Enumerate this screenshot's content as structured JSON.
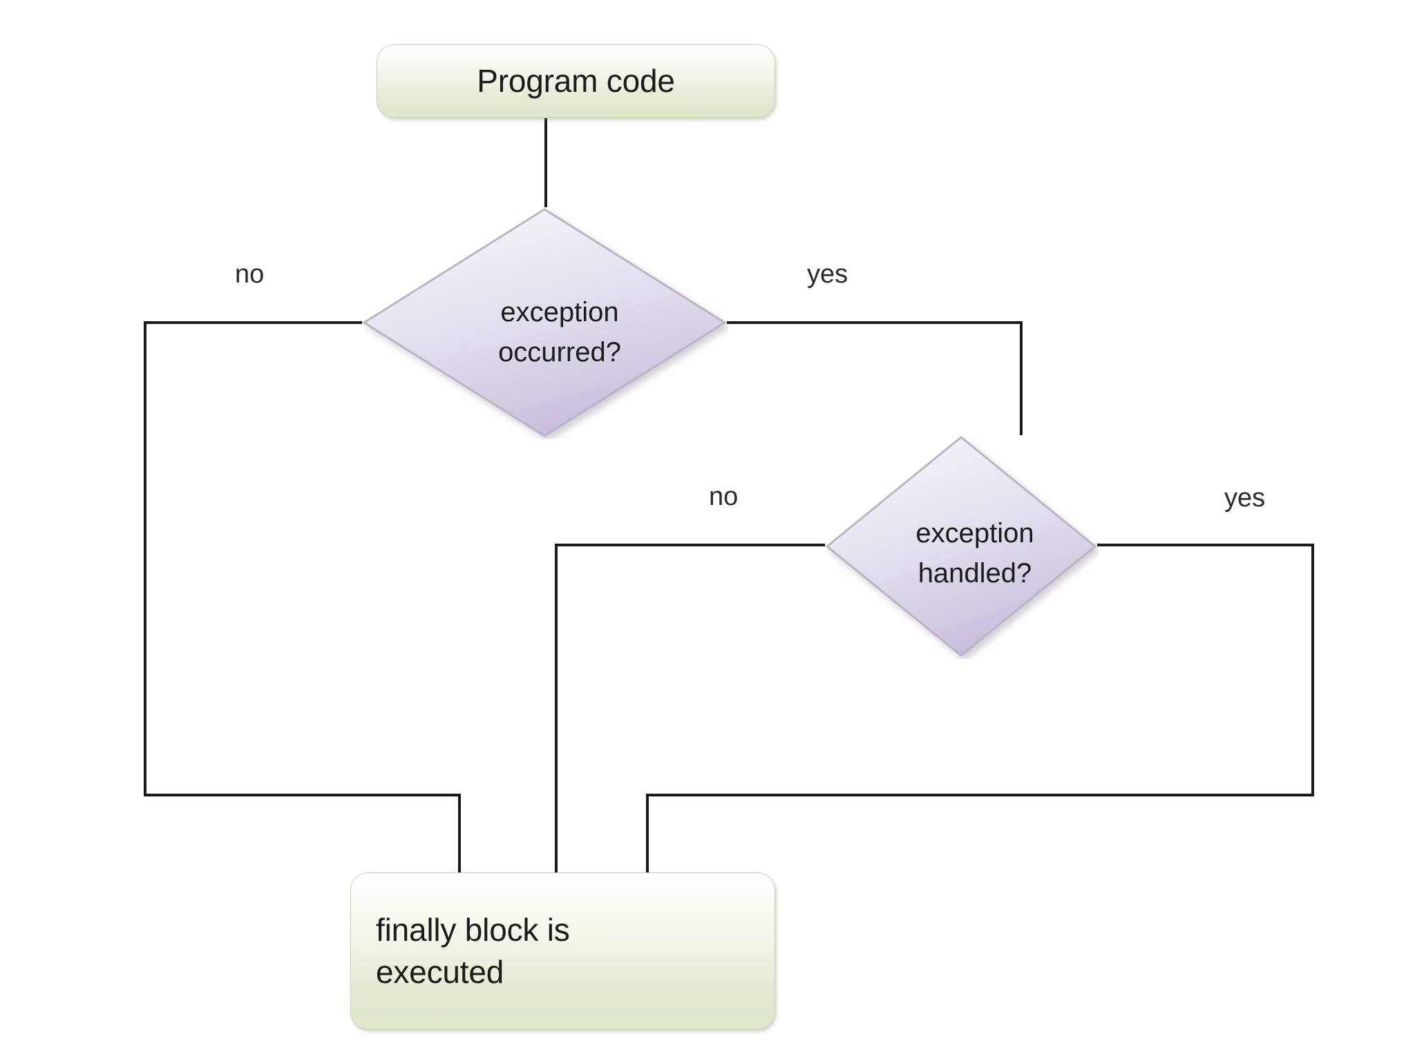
{
  "diagram": {
    "type": "flowchart",
    "title": "Java exception handling finally block flowchart",
    "background_color": "#ffffff",
    "line_color": "#1a1a1a",
    "process_fill_top": "#ffffff",
    "process_fill_bottom": "#dde6c7",
    "decision_fill_top": "#f3f1f6",
    "decision_fill_bottom": "#c9bcd8"
  },
  "nodes": {
    "program_code": {
      "label": "Program code",
      "shape": "rounded-rectangle"
    },
    "exception_occurred": {
      "label": "exception\noccurred?",
      "shape": "diamond"
    },
    "exception_handled": {
      "label": "exception\nhandled?",
      "shape": "diamond"
    },
    "finally_block": {
      "label": "finally block is\nexecuted",
      "shape": "rounded-rectangle"
    }
  },
  "edge_labels": {
    "occurred_no": "no",
    "occurred_yes": "yes",
    "handled_no": "no",
    "handled_yes": "yes"
  },
  "edges": [
    {
      "from": "program_code",
      "to": "exception_occurred",
      "label": ""
    },
    {
      "from": "exception_occurred",
      "to": "finally_block",
      "label": "no"
    },
    {
      "from": "exception_occurred",
      "to": "exception_handled",
      "label": "yes"
    },
    {
      "from": "exception_handled",
      "to": "finally_block",
      "label": "no"
    },
    {
      "from": "exception_handled",
      "to": "finally_block",
      "label": "yes"
    }
  ]
}
